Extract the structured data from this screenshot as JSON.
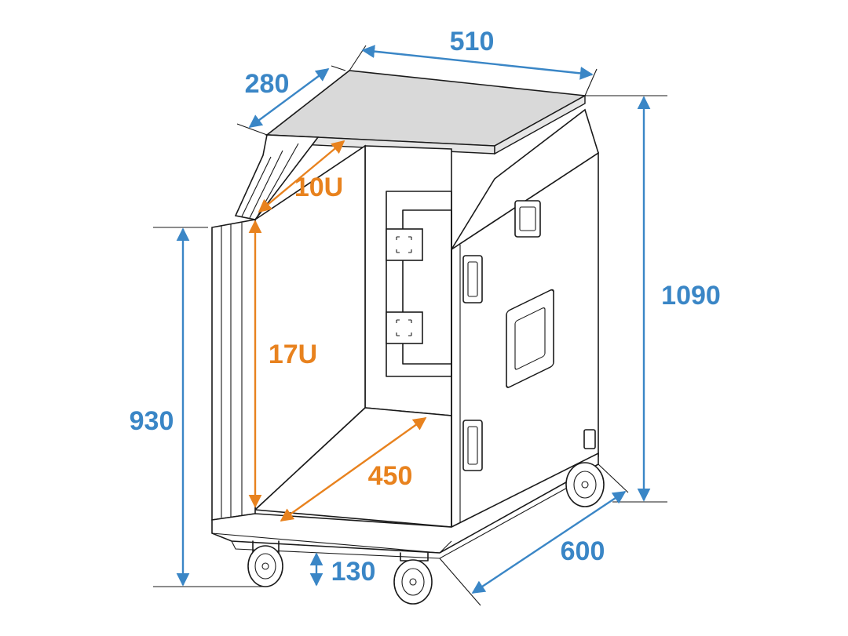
{
  "dimensions": {
    "width_top": "510",
    "depth_top": "280",
    "height_total": "1090",
    "height_front": "930",
    "caster_height": "130",
    "depth_bottom": "600",
    "rack_top": "10U",
    "rack_main": "17U",
    "inner_depth": "450"
  },
  "colors": {
    "dimension_blue": "#3a86c6",
    "dimension_orange": "#e8821e",
    "outline": "#1a1a1a",
    "top_panel": "#d9d9d9"
  }
}
